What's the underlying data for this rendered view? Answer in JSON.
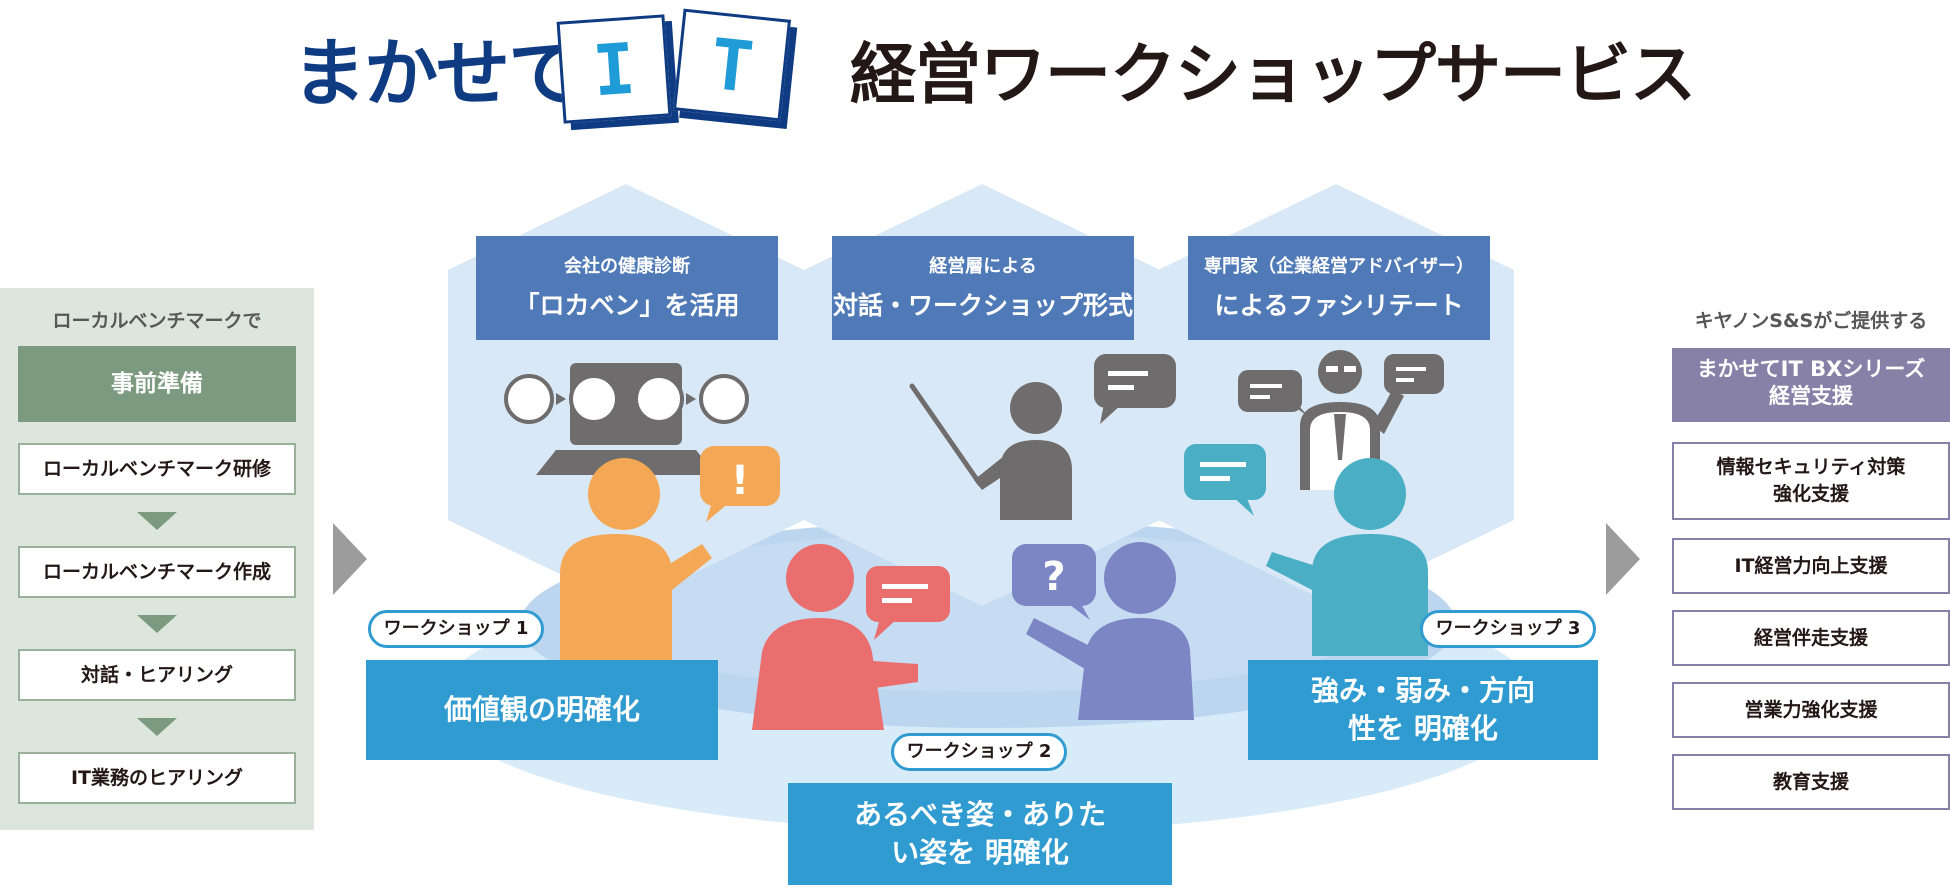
{
  "header": {
    "brand": "まかせて",
    "card_i": "I",
    "card_t": "T",
    "service_title": "経営ワークショップサービス"
  },
  "left_panel": {
    "caption": "ローカルベンチマークで",
    "header": "事前準備",
    "items": [
      "ローカルベンチマーク研修",
      "ローカルベンチマーク作成",
      "対話・ヒアリング",
      "IT業務のヒアリング"
    ]
  },
  "features": [
    {
      "sub": "会社の健康診断",
      "main": "「ロカベン」を活用"
    },
    {
      "sub": "経営層による",
      "main": "対話・ワークショップ形式"
    },
    {
      "sub": "専門家（企業経営アドバイザー）",
      "main": "によるファシリテート"
    }
  ],
  "workshops": [
    {
      "badge": "ワークショップ 1",
      "title": "価値観の明確化"
    },
    {
      "badge": "ワークショップ 2",
      "title": "あるべき姿・ありたい姿を 明確化"
    },
    {
      "badge": "ワークショップ 3",
      "title": "強み・弱み・方向性を 明確化"
    }
  ],
  "right_panel": {
    "caption": "キヤノンS&Sがご提供する",
    "header_line1": "まかせてIT BXシリーズ",
    "header_line2": "経営支援",
    "items": [
      "情報セキュリティ対策 強化支援",
      "IT経営力向上支援",
      "経営伴走支援",
      "営業力強化支援",
      "教育支援"
    ]
  },
  "icons": {
    "exclamation": "!",
    "question": "?"
  },
  "colors": {
    "brand_navy": "#0f3b82",
    "it_cyan": "#1f9bd7",
    "feature_blue": "#4f7ab7",
    "workshop_blue": "#2f9bd1",
    "left_green": "#7c9a7f",
    "right_purple": "#8781a8",
    "person_orange": "#f4a855",
    "person_red": "#ea6e6e",
    "person_purple": "#7c86c4",
    "person_teal": "#4aaec4",
    "person_gray": "#6e6c6c"
  }
}
